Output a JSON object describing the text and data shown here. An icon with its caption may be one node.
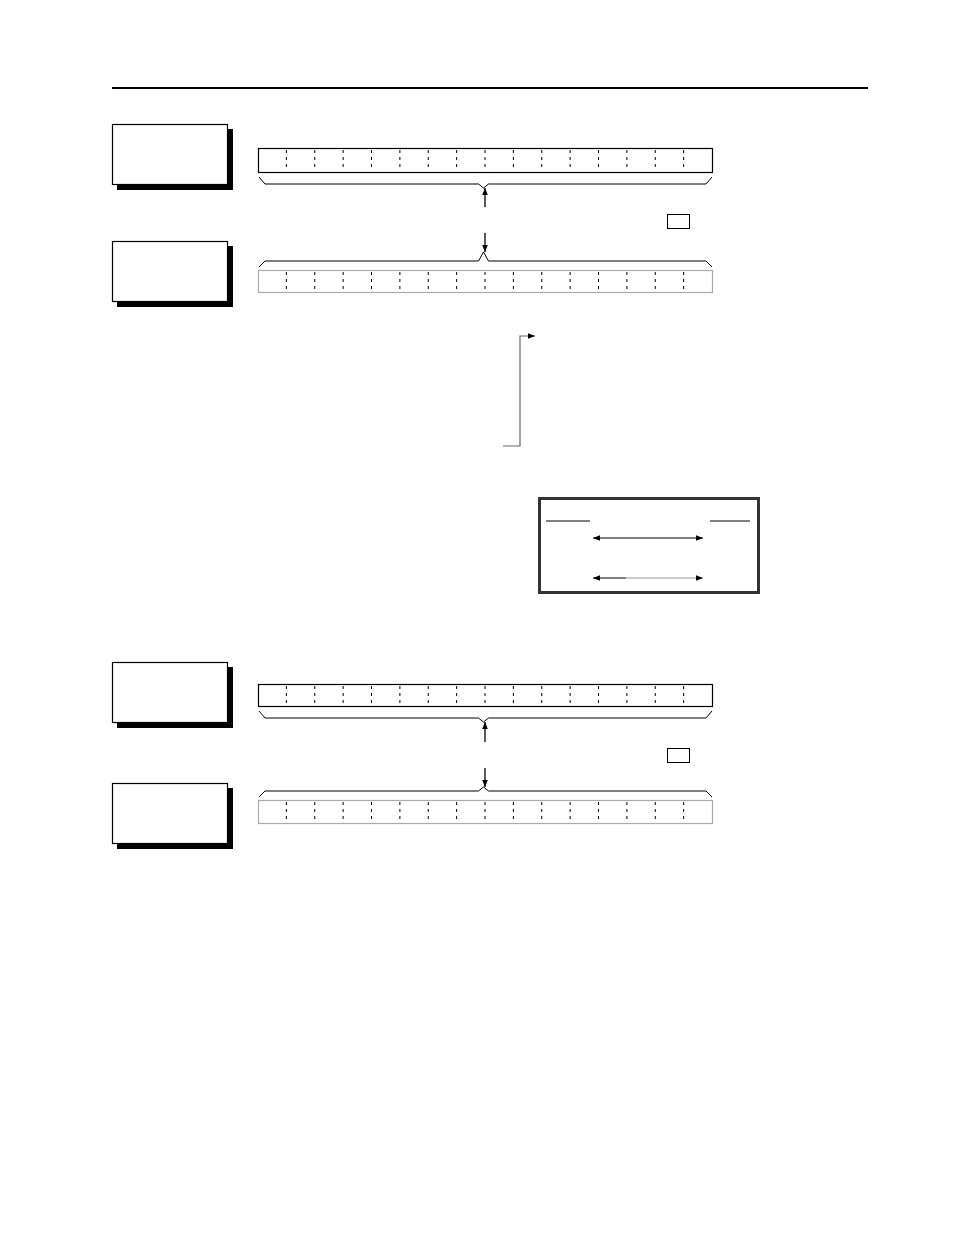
{
  "diagram": {
    "nodes": [
      {
        "text": [],
        "shape": "box"
      },
      {
        "text": [],
        "shape": "bar"
      },
      {
        "text": [],
        "shape": "box"
      },
      {
        "text": [],
        "shape": "box"
      },
      {
        "text": [],
        "shape": "bar"
      },
      {
        "text": [],
        "shape": "box"
      },
      {
        "text": [],
        "shape": "box"
      },
      {
        "text": [],
        "shape": "bar"
      },
      {
        "text": [],
        "shape": "box"
      },
      {
        "text": [],
        "shape": "box"
      },
      {
        "text": [],
        "shape": "bar"
      }
    ],
    "edges": [
      {
        "from": null,
        "to": 1,
        "arrow": "to"
      },
      {
        "from": null,
        "to": 4,
        "arrow": "to"
      },
      {
        "from": null,
        "to": 7,
        "arrow": "to"
      },
      {
        "from": null,
        "to": 10,
        "arrow": "to"
      }
    ]
  }
}
